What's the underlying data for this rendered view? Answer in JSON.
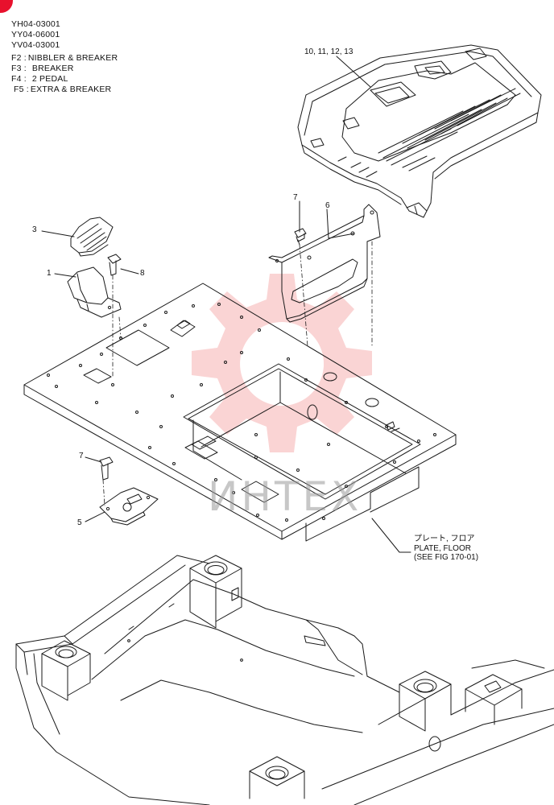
{
  "header": {
    "serials": [
      "YH04-03001",
      "YY04-06001",
      "YV04-03001"
    ],
    "variants": [
      {
        "code": "F2 :",
        "desc": "NIBBLER & BREAKER"
      },
      {
        "code": "F3 :",
        "desc": "BREAKER"
      },
      {
        "code": "F4 :",
        "desc": "2 PEDAL"
      },
      {
        "code": "F5 :",
        "desc": "EXTRA & BREAKER"
      }
    ]
  },
  "callouts": {
    "c1": "1",
    "c3": "3",
    "c5": "5",
    "c6": "6",
    "c7_top": "7",
    "c7_bottom": "7",
    "c8": "8",
    "c_cover": "10, 11, 12, 13"
  },
  "reference": {
    "line_jp": "プレート, フロア",
    "line_en": "PLATE, FLOOR",
    "line_see": "(SEE FIG 170-01)"
  },
  "watermark": {
    "text": "ИНТЕХ",
    "color": "#f5a0a0"
  },
  "colors": {
    "line": "#1a1a1a",
    "accent": "#e8112d"
  }
}
